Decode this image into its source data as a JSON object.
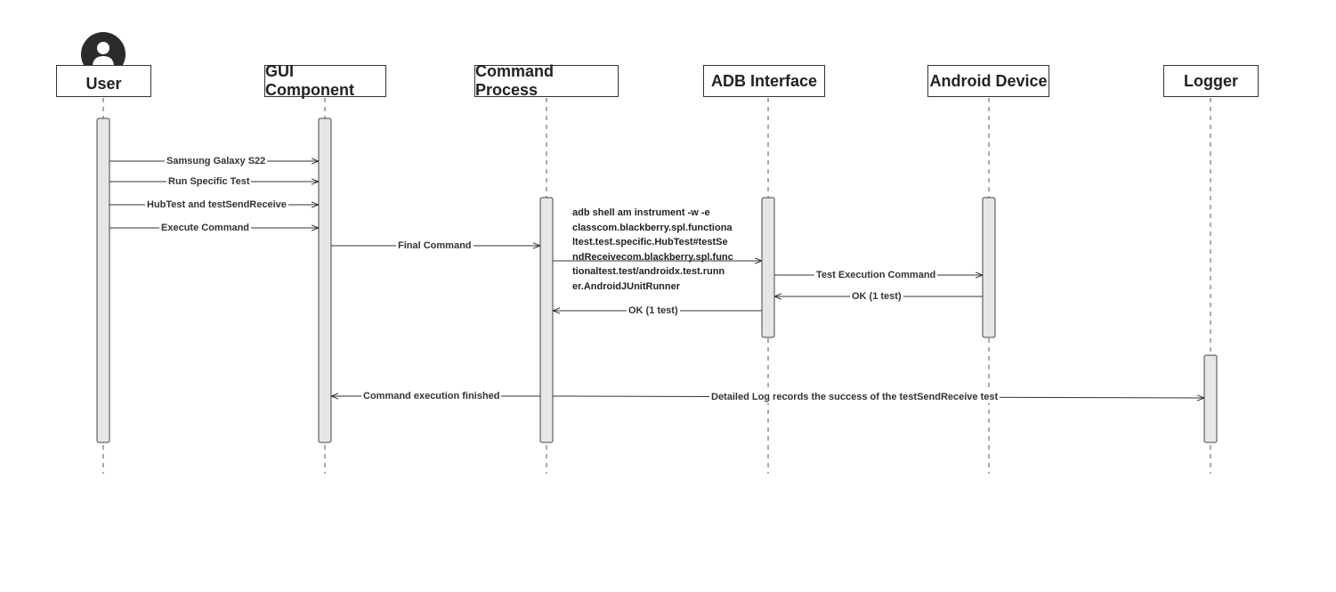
{
  "participants": {
    "user": "User",
    "gui": "GUI Component",
    "command": "Command Process",
    "adb": "ADB Interface",
    "device": "Android Device",
    "logger": "Logger"
  },
  "messages": {
    "m1": "Samsung Galaxy S22",
    "m2": "Run Specific Test",
    "m3": "HubTest and testSendReceive",
    "m4": "Execute Command",
    "m5": "Final Command",
    "m6": "Test Execution Command",
    "m7": "OK (1 test)",
    "m8": "OK (1 test)",
    "m9": "Command execution finished",
    "m10": "Detailed Log records the success of the testSendReceive test"
  },
  "adb_command_note": "adb shell am instrument -w -e\nclasscom.blackberry.spl.functiona\nltest.test.specific.HubTest#testSe\nndReceivecom.blackberry.spl.func\ntionaltest.test/androidx.test.runn\ner.AndroidJUnitRunner",
  "icons": {
    "user_avatar": "person-icon"
  },
  "colors": {
    "activation_fill": "#e6e6e6",
    "line": "#333333",
    "avatar": "#2b2b2b"
  }
}
